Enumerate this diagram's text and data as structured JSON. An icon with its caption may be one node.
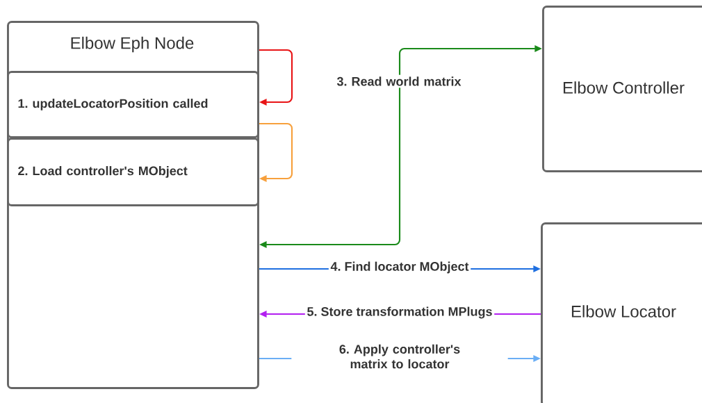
{
  "diagram": {
    "nodes": [
      {
        "text": [
          "Elbow Eph Node"
        ]
      },
      {
        "text": [
          "1. updateLocatorPosition called"
        ],
        "in": 0
      },
      {
        "text": [
          "2. Load controller's MObject"
        ],
        "in": 0
      },
      {
        "text": [
          "Elbow Controller"
        ]
      },
      {
        "text": [
          "Elbow Locator"
        ]
      }
    ],
    "edges": [
      {
        "from": 0,
        "to": 1,
        "arrow": "to",
        "color": "#e81416"
      },
      {
        "from": 1,
        "to": 2,
        "arrow": "to",
        "color": "#f7a03c"
      },
      {
        "from": 3,
        "to": 0,
        "arrow": "both",
        "label": "3. Read world matrix",
        "color": "#1a8a1a"
      },
      {
        "from": 0,
        "to": 4,
        "arrow": "to",
        "label": "4. Find locator MObject",
        "color": "#1f6fe0"
      },
      {
        "from": 4,
        "to": 0,
        "arrow": "to",
        "label": "5. Store transformation MPlugs",
        "color": "#b21ff0"
      },
      {
        "from": 0,
        "to": 4,
        "arrow": "to",
        "label": "6. Apply controller's matrix to locator",
        "color": "#6aaef5"
      }
    ]
  }
}
